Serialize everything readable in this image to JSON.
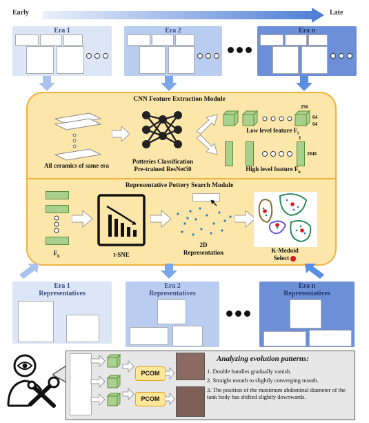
{
  "timeline": {
    "start": "Early",
    "end": "Late"
  },
  "eras_top": [
    {
      "title": "Era 1",
      "color": "#dce6f6"
    },
    {
      "title": "Era 2",
      "color": "#b9cdf0"
    },
    {
      "title": "Era n",
      "color": "#6d8fd8"
    }
  ],
  "cnn_module": {
    "title": "CNN Feature Extraction Module",
    "input_label": "All ceramics of same era",
    "network_label_1": "Potteries Classification",
    "network_label_2": "Pre-trained ResNet50",
    "low_feature_label": "Low level feature F",
    "low_feature_sub": "l",
    "low_dims": [
      "256",
      "64",
      "64"
    ],
    "high_feature_label": "High level feature F",
    "high_feature_sub": "h",
    "high_dims": [
      "1",
      "2048"
    ]
  },
  "search_module": {
    "title": "Representative Pottery Search Module",
    "fh_label": "F",
    "fh_sub": "h",
    "tsne_label": "t-SNE",
    "rep2d_label_1": "2D",
    "rep2d_label_2": "Representation",
    "kmedoid_label_1": "K-Medoid",
    "kmedoid_label_2": "Select"
  },
  "eras_bottom": [
    {
      "title": "Era 1",
      "subtitle": "Representatives",
      "color": "#dce6f6"
    },
    {
      "title": "Era 2",
      "subtitle": "Representatives",
      "color": "#b9cdf0"
    },
    {
      "title": "Era n",
      "subtitle": "Representatives",
      "color": "#6d8fd8"
    }
  ],
  "analysis": {
    "pcom_label": "PCOM",
    "title": "Analyzing evolution patterns:",
    "items": [
      "1. Double handles gradually vanish.",
      "2. Straight mouth to slightly converging mouth.",
      "3. The position of the maximum abdominal diameter of the tank body has shifted slightly downwards."
    ]
  },
  "colors": {
    "module_fill": "#fce6a9",
    "module_border": "#f0b23c",
    "arrow": "#7aa7e8",
    "green": "#a9d18e",
    "pcom": "#ffe699"
  }
}
